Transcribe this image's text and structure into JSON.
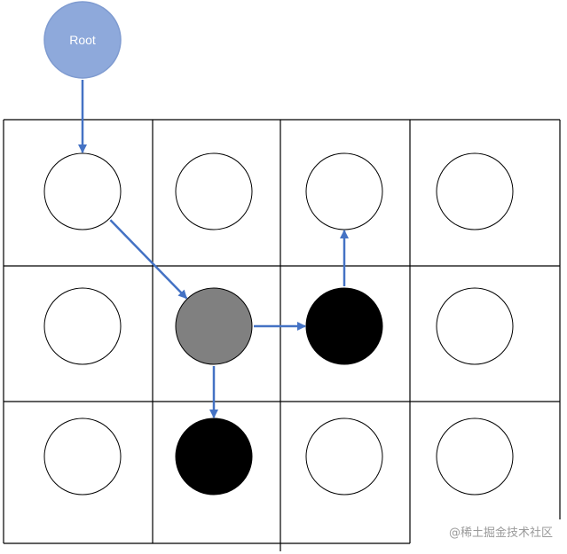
{
  "root": {
    "label": "Root",
    "fill": "#8EA9DB",
    "stroke": "#7F9BD0"
  },
  "watermark": {
    "text": "@稀土掘金技术社区"
  },
  "colors": {
    "arrow": "#4472C4",
    "grid_line": "#000000",
    "node_white": "#FFFFFF",
    "node_gray": "#808080",
    "node_black": "#000000"
  },
  "grid": {
    "rows": 3,
    "cols": 4,
    "cells": [
      [
        "white",
        "white",
        "white",
        "white"
      ],
      [
        "white",
        "gray",
        "black",
        "white"
      ],
      [
        "white",
        "black",
        "white",
        "white"
      ]
    ]
  },
  "edges": [
    {
      "from": "root",
      "to": "r0c0"
    },
    {
      "from": "r0c0",
      "to": "r1c1"
    },
    {
      "from": "r1c1",
      "to": "r1c2"
    },
    {
      "from": "r1c1",
      "to": "r2c1"
    },
    {
      "from": "r1c2",
      "to": "r0c2"
    }
  ]
}
